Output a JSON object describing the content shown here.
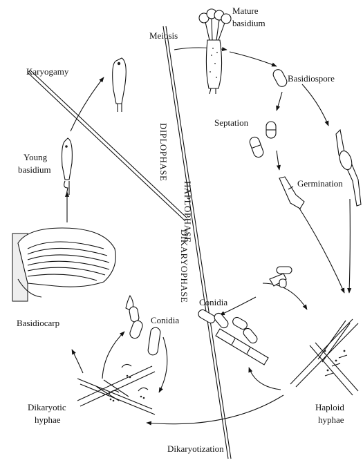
{
  "labels": {
    "meiosis": "Meiosis",
    "mature_basidium_1": "Mature",
    "mature_basidium_2": "basidium",
    "karyogamy": "Karyogamy",
    "basidiospore": "Basidiospore",
    "septation": "Septation",
    "germination": "Germination",
    "young_basidium_1": "Young",
    "young_basidium_2": "basidium",
    "basidiocarp": "Basidiocarp",
    "conidia_left": "Conidia",
    "conidia_right": "Conidia",
    "dikaryotic_hyphae_1": "Dikaryotic",
    "dikaryotic_hyphae_2": "hyphae",
    "haploid_hyphae_1": "Haploid",
    "haploid_hyphae_2": "hyphae",
    "dikaryotization": "Dikaryotization"
  },
  "phases": {
    "diplophase": "DIPLOPHASE",
    "haplophase": "HAPLOPHASE",
    "dikaryophase": "DIKARYOPHASE"
  },
  "colors": {
    "ink": "#111111",
    "background": "#ffffff"
  }
}
